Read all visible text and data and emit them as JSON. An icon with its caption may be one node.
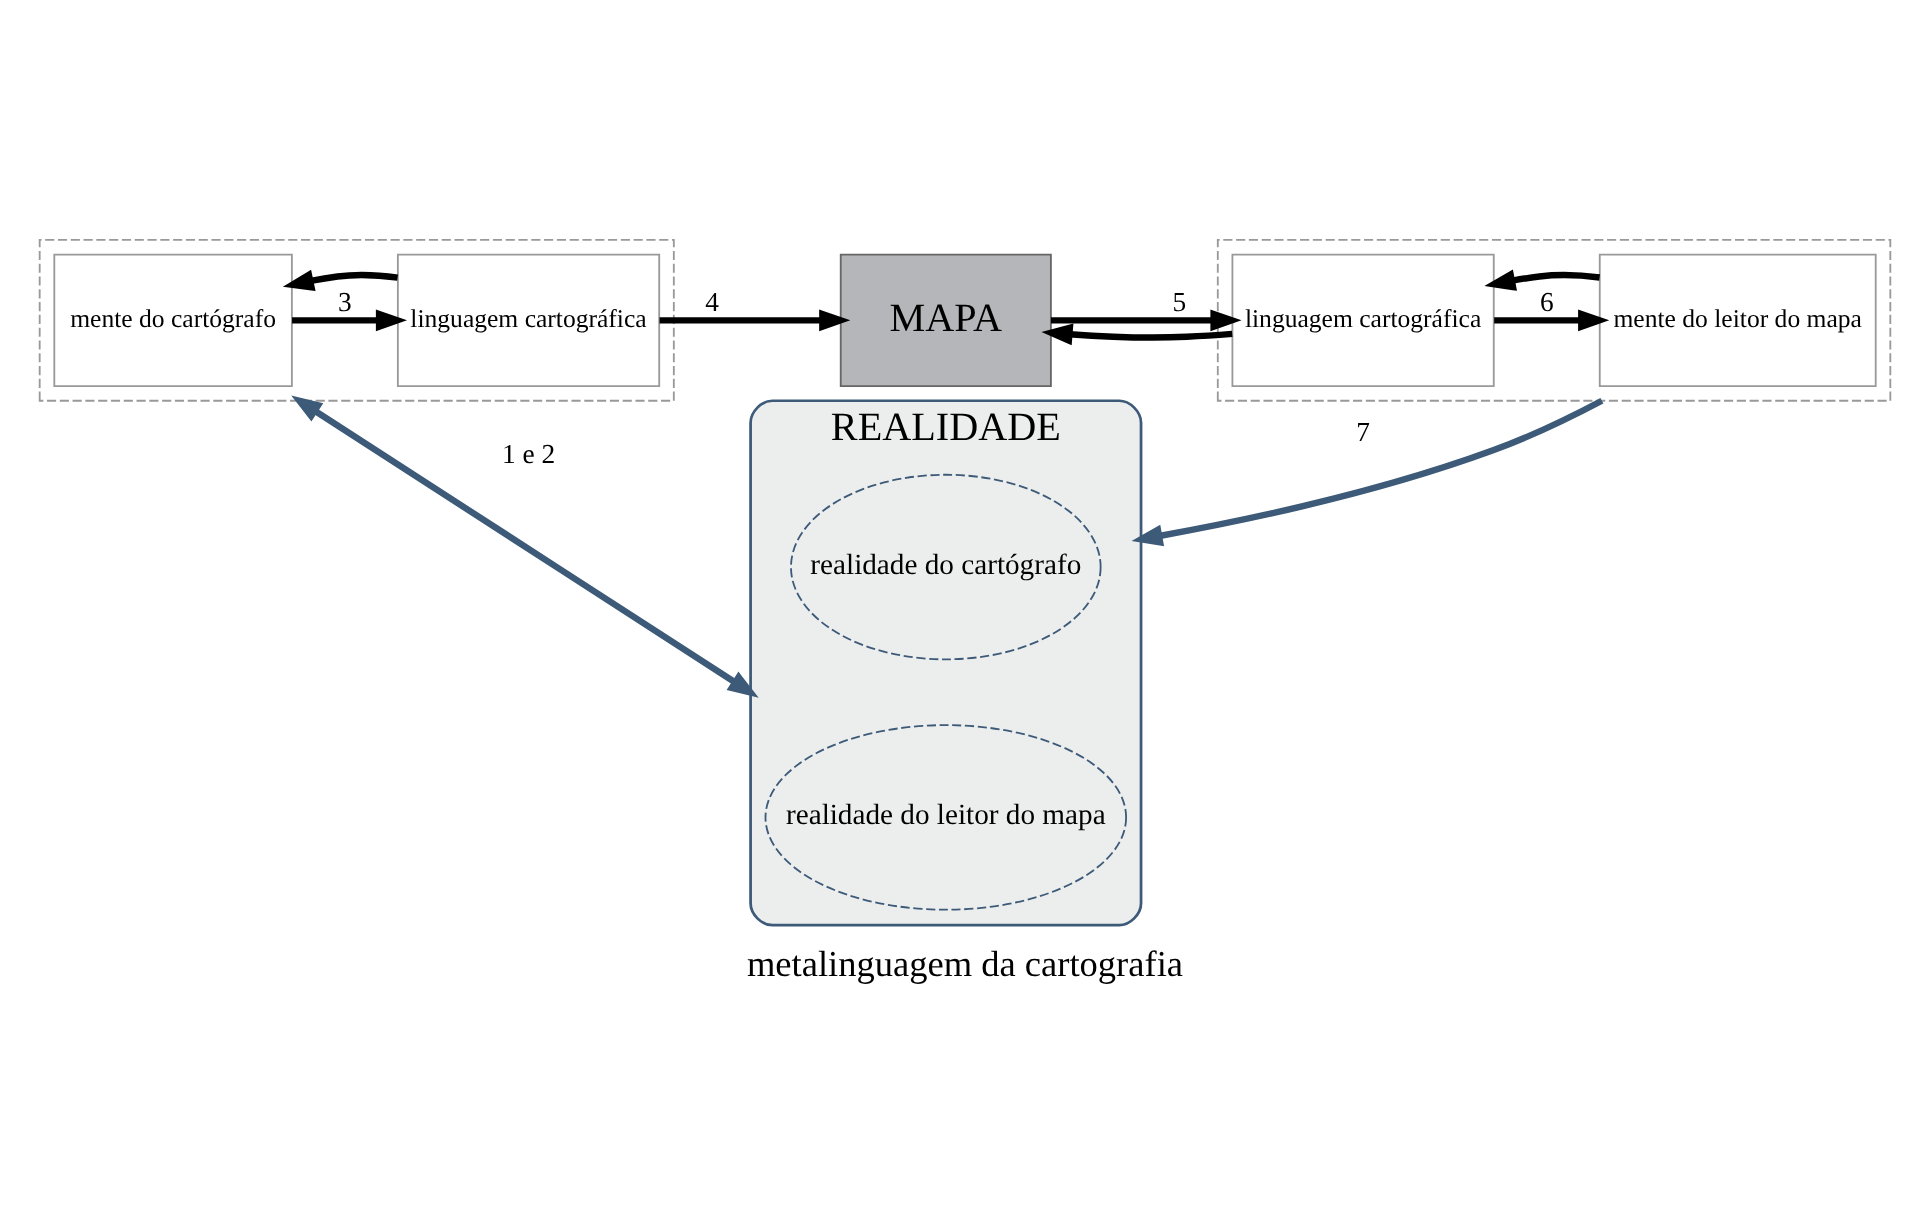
{
  "diagram": {
    "caption": "metalinguagem da cartografia",
    "nodes": [
      {
        "text": [
          "REALIDADE"
        ]
      },
      {
        "text": [
          "realidade do cartógrafo"
        ],
        "in": 0
      },
      {
        "text": [
          "realidade do leitor do mapa"
        ],
        "in": 0
      },
      {
        "text": [],
        "shape": "box"
      },
      {
        "text": [
          "mente do cartógrafo"
        ],
        "in": 3
      },
      {
        "text": [
          "linguagem cartográfica"
        ],
        "in": 3
      },
      {
        "text": [
          "MAPA"
        ]
      },
      {
        "text": [],
        "shape": "box"
      },
      {
        "text": [
          "linguagem cartográfica"
        ],
        "in": 7
      },
      {
        "text": [
          "mente do leitor do mapa"
        ],
        "in": 7
      }
    ],
    "edges": [
      {
        "from": 0,
        "to": 3,
        "arrow": "both",
        "label": "1 e 2",
        "color": "#3d5a78"
      },
      {
        "from": 4,
        "to": 5,
        "arrow": "to",
        "label": "3"
      },
      {
        "from": 5,
        "to": 4,
        "arrow": "to"
      },
      {
        "from": 5,
        "to": 6,
        "arrow": "to",
        "label": "4"
      },
      {
        "from": 6,
        "to": 8,
        "arrow": "to",
        "label": "5"
      },
      {
        "from": 8,
        "to": 6,
        "arrow": "to"
      },
      {
        "from": 8,
        "to": 9,
        "arrow": "to",
        "label": "6"
      },
      {
        "from": 9,
        "to": 8,
        "arrow": "to"
      },
      {
        "from": 7,
        "to": 0,
        "arrow": "to",
        "label": "7",
        "color": "#3d5a78"
      }
    ]
  }
}
